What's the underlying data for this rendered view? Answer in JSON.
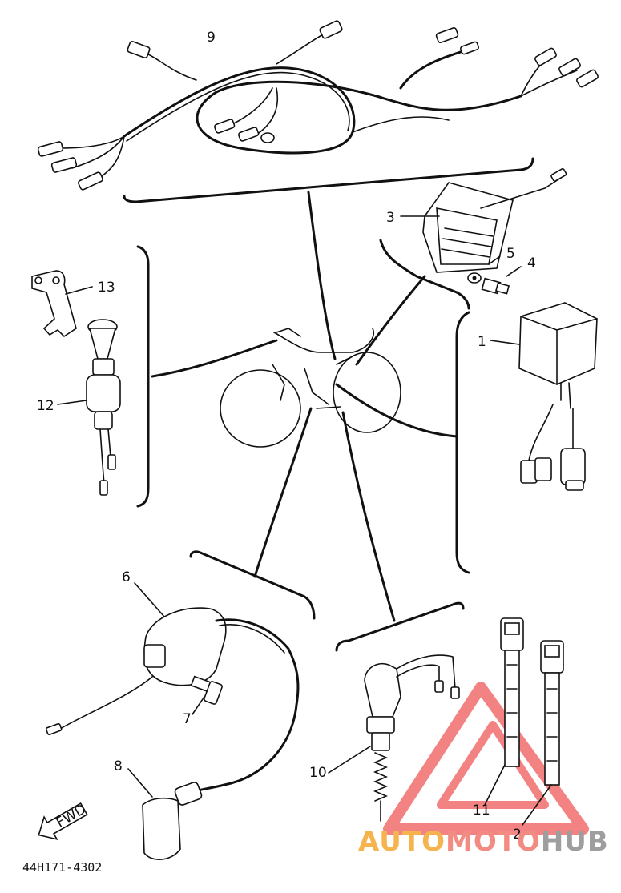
{
  "callouts": {
    "p1": "1",
    "p2": "2",
    "p3": "3",
    "p4": "4",
    "p5": "5",
    "p6": "6",
    "p7": "7",
    "p8": "8",
    "p9": "9",
    "p10": "10",
    "p11": "11",
    "p12": "12",
    "p13": "13"
  },
  "arrow_label": "FWD",
  "diagram_code": "44H171-4302",
  "watermark": {
    "part1": "AUTO",
    "part2": "MOTO",
    "part3": "HUB"
  },
  "colors": {
    "ink": "#111111",
    "watermark_red": "#ee4f4f",
    "watermark_orange": "#f6b44f",
    "watermark_pink": "#f28b82",
    "watermark_gray": "#9e9e9e"
  }
}
